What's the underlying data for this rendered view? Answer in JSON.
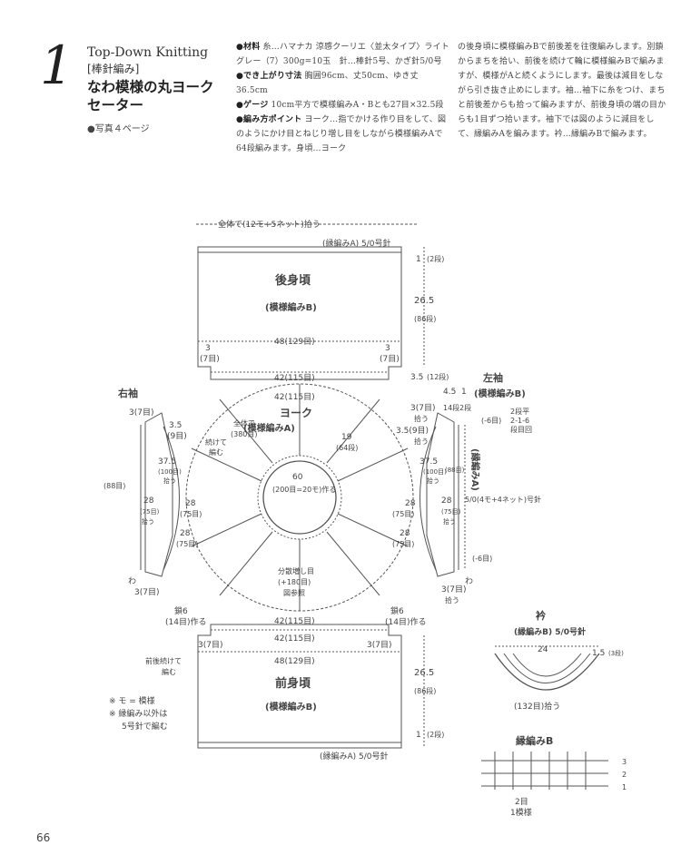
{
  "header": {
    "number": "1",
    "english": "Top-Down Knitting",
    "category": "[棒針編み]",
    "title_line1": "なわ模様の丸ヨーク",
    "title_line2": "セーター",
    "photo_ref": "●写真４ページ"
  },
  "instructions": {
    "materials_label": "●材料",
    "materials": "糸…ハマナカ 涼感クーリエ〈並太タイプ〉ライトグレー（7）300g=10玉　針…棒針5号、かぎ針5/0号",
    "size_label": "●でき上がり寸法",
    "size": "胸囲96cm、丈50cm、ゆき丈36.5cm",
    "gauge_label": "●ゲージ",
    "gauge": "10cm平方で模様編みA・Bとも27目×32.5段",
    "point_label": "●編み方ポイント",
    "point": "ヨーク…指でかける作り目をして、図のようにかけ目とねじり増し目をしながら模様編みAで64段編みます。身頃…ヨーク",
    "continued": "の後身頃に模様編みBで前後差を往復編みします。別鎖からまちを拾い、前後を続けて輪に模様編みBで編みますが、模様がAと続くようにします。最後は減目をしながら引き抜き止めにします。袖…袖下に糸をつけ、まちと前後差からも拾って編みますが、前後身頃の端の目からも1目ずつ拾います。袖下では図のように減目をして、縁編みAを編みます。衿…縁編みBで編みます。"
  },
  "diagram": {
    "top_pickup": "全体で(12モ+5ネット)拾う",
    "back_edging": "(縁編みA) 5/0号針",
    "back_edging_rows": "1",
    "back_edging_rows_note": "(2段)",
    "back_title": "後身頃",
    "back_pattern": "(模様編みB)",
    "back_length": "26.5",
    "back_length_rows": "(86段)",
    "back_width": "48(129目)",
    "back_side_left": "3",
    "back_side_left_st": "(7目)",
    "back_side_right": "3",
    "back_side_right_st": "(7目)",
    "back_base": "42(115目)",
    "back_diff": "3.5",
    "back_diff_rows": "(12段)",
    "yoke_outer": "42(115目)",
    "yoke_title": "ヨーク",
    "yoke_pattern": "(模様編みA)",
    "yoke_whole": "全体で",
    "yoke_whole_st": "(380目)",
    "yoke_depth": "19",
    "yoke_depth_rows": "(64段)",
    "neck_circ": "60",
    "neck_cast": "(200目=20モ)作る",
    "increase": "分散増し目",
    "increase_st": "(+180目)",
    "increase_ref": "図参照",
    "yoke_side_left": "28",
    "yoke_side_left_st": "(75目)",
    "yoke_side_right": "28",
    "yoke_side_right_st": "(75目)",
    "front_inner": "42(115目)",
    "front_base": "42(115目)",
    "front_width": "48(129目)",
    "front_title": "前身頃",
    "front_pattern": "(模様編みB)",
    "front_length": "26.5",
    "front_length_rows": "(86段)",
    "front_edging": "(縁編みA) 5/0号針",
    "front_edging_rows": "1",
    "front_edging_rows_note": "(2段)",
    "front_side_left": "3(7目)",
    "front_side_right": "3(7目)",
    "gusset_left": "鎖6",
    "gusset_left_st": "(14目)作る",
    "gusset_right": "鎖6",
    "gusset_right_st": "(14目)作る",
    "continuous": "前後続けて",
    "continuous2": "編む",
    "right_sleeve": "右袖",
    "rs_top": "3(7目)",
    "rs_a": "3.5",
    "rs_a_st": "(9目)",
    "rs_cont": "続けて",
    "rs_cont2": "編む",
    "rs_b": "37.5",
    "rs_b_st": "(100目)",
    "rs_b_pick": "拾う",
    "rs_outer": "(88目)",
    "rs_c": "28",
    "rs_c_st": "(75目)",
    "rs_c_pick": "拾う",
    "rs_d": "28",
    "rs_d_st": "(75目)",
    "rs_bottom": "3(7目)",
    "rs_wa": "わ",
    "left_sleeve": "左袖",
    "ls_pattern": "(模様編みB)",
    "ls_a": "4.5",
    "ls_b": "1",
    "ls_rows_a": "14段",
    "ls_rows_b": "2段",
    "ls_top": "3(7目)",
    "ls_top_pick": "拾う",
    "ls_c": "3.5(9目)",
    "ls_c_pick": "拾う",
    "ls_d": "37.5",
    "ls_d_st": "(100目)",
    "ls_d_pick": "拾う",
    "ls_outer": "(88目)",
    "ls_dec": "(-6目)",
    "ls_dec_rows": "2段平",
    "ls_dec_rows2": "2-1-6",
    "ls_dec_rows3": "段目回",
    "ls_edging": "(縁編みA)",
    "ls_needle": "5/0(4モ+4ネット)号針",
    "ls_e": "28",
    "ls_e_st": "(75目)",
    "ls_e_pick": "拾う",
    "ls_f": "28",
    "ls_f_st": "(75目)",
    "ls_bottom": "3(7目)",
    "ls_bottom_pick": "拾う",
    "ls_dec2": "(-6目)",
    "ls_wa": "わ",
    "collar_title": "衿",
    "collar_pattern": "(縁編みB) 5/0号針",
    "collar_width": "24",
    "collar_depth": "1.5",
    "collar_depth_rows": "(3段)",
    "collar_pick": "(132目)拾う",
    "edgeB_title": "縁編みB",
    "edgeB_row3": "3",
    "edgeB_row2": "2",
    "edgeB_row1": "1",
    "edgeB_repeat": "2目",
    "edgeB_repeat2": "1模様"
  },
  "notes": {
    "line1": "※ モ = 模様",
    "line2": "※ 縁編み以外は",
    "line3": "5号針で編む"
  },
  "page_number": "66",
  "colors": {
    "ink": "#333333",
    "line": "#555555",
    "background": "#ffffff"
  }
}
